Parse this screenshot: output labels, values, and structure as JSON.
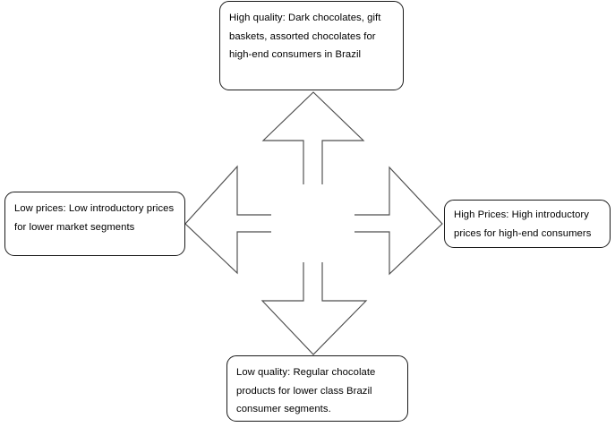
{
  "diagram": {
    "type": "positioning-map",
    "title": "",
    "center_icon": "four-way-arrow-icon",
    "axes": {
      "vertical": "quality",
      "horizontal": "price"
    },
    "nodes": [
      {
        "id": "high-quality",
        "position": "top",
        "text": "High quality: Dark chocolates, gift baskets, assorted chocolates for high-end consumers in Brazil"
      },
      {
        "id": "low-prices",
        "position": "left",
        "text": "Low prices: Low introductory prices for lower market segments"
      },
      {
        "id": "high-prices",
        "position": "right",
        "text": "High Prices: High introductory prices for high-end consumers"
      },
      {
        "id": "low-quality",
        "position": "bottom",
        "text": "Low quality: Regular chocolate products for lower class Brazil consumer segments."
      }
    ],
    "style": {
      "background": "#ffffff",
      "box_border": "#1a1a1a",
      "arrow_stroke": "#4d4d4d",
      "text_color": "#000000"
    }
  }
}
